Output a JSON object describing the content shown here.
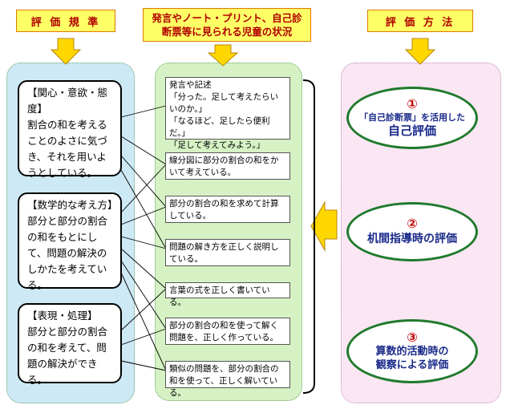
{
  "headers": {
    "criteria": "評 価 規 準",
    "observations_line1": "発言やノート・プリント、自己診",
    "observations_line2": "断票等に見られる児童の状況",
    "methods": "評 価 方 法"
  },
  "criteria": [
    {
      "title": "【関心・意欲・態度】",
      "text": "割合の和を考えることのよさに気づき、それを用いようとしている。"
    },
    {
      "title": "【数学的な考え方】",
      "text": "部分と部分の割合の和をもとにして、問題の解決のしかたを考えている。"
    },
    {
      "title": "【表現・処理】",
      "text": "部分と部分の割合の和を考えて、問題の解決ができる。"
    }
  ],
  "observations": [
    {
      "lines": [
        "発言や記述",
        "「分った。足して考えたらいいのか。」",
        "「なるほど、足したら便利だ。」",
        "「足して考えてみよう。」"
      ]
    },
    {
      "lines": [
        "線分図に部分の割合の和をかいて考えている。"
      ]
    },
    {
      "lines": [
        "部分の割合の和を求めて計算している。"
      ]
    },
    {
      "lines": [
        "問題の解き方を正しく説明している。"
      ]
    },
    {
      "lines": [
        "言葉の式を正しく書いている。"
      ]
    },
    {
      "lines": [
        "部分の割合の和を使って解く問題を、正しく作っている。"
      ]
    },
    {
      "lines": [
        "類似の問題を、部分の割合の和を使って、正しく解いている。"
      ]
    }
  ],
  "methods": [
    {
      "number": "①",
      "sub": "「自己診断票」を活用した",
      "main": "自己評価"
    },
    {
      "number": "②",
      "sub": "",
      "main": "机間指導時の評価"
    },
    {
      "number": "③",
      "sub": "算数的活動時の",
      "main": "観察による評価"
    }
  ],
  "colors": {
    "header_fill": "#ffff66",
    "header_text": "#b00000",
    "arrow": "#ffd700",
    "criteria_panel": "#cde9f5",
    "observation_panel": "#d6f2c4",
    "method_panel": "#fbe6f3",
    "method_border": "#1f7a2c",
    "method_text": "#1a2a8a",
    "method_number": "#c00000"
  }
}
